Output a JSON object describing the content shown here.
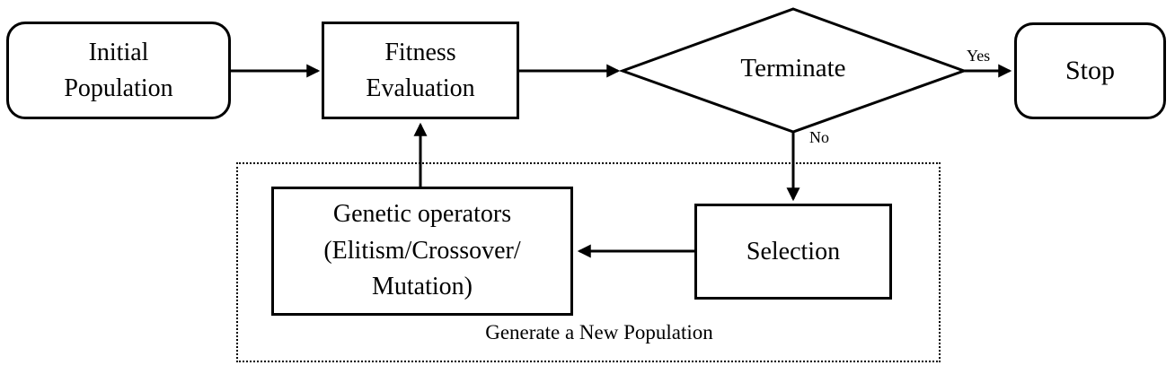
{
  "colors": {
    "stroke": "#000000",
    "background": "#ffffff",
    "text": "#000000"
  },
  "nodes": {
    "initial_population": {
      "label": "Initial\nPopulation",
      "shape": "rounded-rectangle"
    },
    "fitness_evaluation": {
      "label": "Fitness\nEvaluation",
      "shape": "rectangle"
    },
    "terminate": {
      "label": "Terminate",
      "shape": "diamond"
    },
    "stop": {
      "label": "Stop",
      "shape": "rounded-rectangle"
    },
    "selection": {
      "label": "Selection",
      "shape": "rectangle"
    },
    "genetic_operators": {
      "label": "Genetic operators\n(Elitism/Crossover/\nMutation)",
      "shape": "rectangle"
    }
  },
  "edge_labels": {
    "yes": "Yes",
    "no": "No"
  },
  "annotations": {
    "group_caption": "Generate a New Population"
  }
}
